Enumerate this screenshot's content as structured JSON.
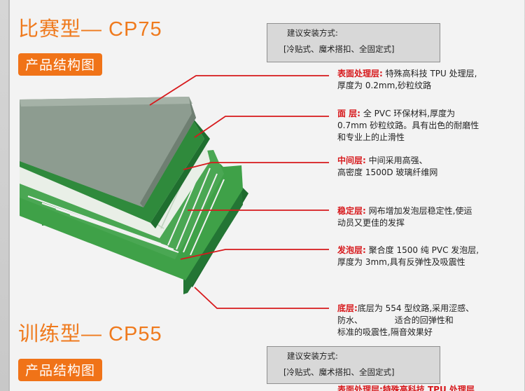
{
  "models": [
    {
      "title": "比赛型— CP75",
      "section_label": "产品结构图",
      "install": {
        "title": "建议安装方式:",
        "value": "[冷贴式、魔术搭扣、全固定式]"
      },
      "layers": [
        {
          "name": "表面处理层:",
          "lines": [
            "特殊高科技 TPU 处理层,",
            "厚度为 0.2mm,砂粒纹路"
          ]
        },
        {
          "name": "面 层:",
          "lines": [
            "全 PVC 环保材料,厚度为",
            "0.7mm 砂粒纹路。具有出色的耐磨性",
            "和专业上的止滑性"
          ]
        },
        {
          "name": "中间层:",
          "lines": [
            "中间采用高强、",
            "高密度 1500D 玻璃纤维网"
          ]
        },
        {
          "name": "稳定层:",
          "lines": [
            "网布增加发泡层稳定性,使运",
            "动员又更佳的发挥"
          ]
        },
        {
          "name": "发泡层:",
          "lines": [
            "聚合度 1500 纯 PVC 发泡层,",
            "厚度为 3mm,具有反弹性及吸震性"
          ]
        },
        {
          "name": "底层:",
          "lines": [
            "底层为 554 型纹路,采用涩感、",
            "防水、            适合的回弹性和",
            "标准的吸震性,隔音效果好"
          ]
        }
      ]
    },
    {
      "title": "训练型— CP55",
      "section_label": "产品结构图",
      "install": {
        "title": "建议安装方式:",
        "value": "[冷贴式、魔术搭扣、全固定式]"
      },
      "partial_text": "表面处理层:特殊高科技 TPU 处理层"
    }
  ],
  "colors": {
    "accent": "#f07318",
    "layer_name": "#d7191c",
    "pointer": "#d7191c",
    "base_green": "#2f8b3c",
    "dark_green": "#1d6b33",
    "surface": "#8a9a8e"
  }
}
